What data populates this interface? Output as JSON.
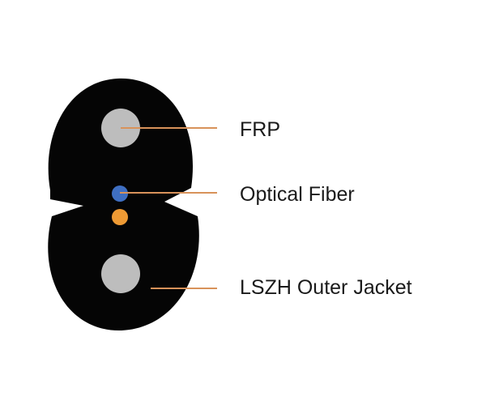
{
  "labels": {
    "frp": "FRP",
    "optical_fiber": "Optical Fiber",
    "outer_jacket": "LSZH Outer Jacket"
  },
  "colors": {
    "jacket": "#050505",
    "frp_rod": "#bdbdbd",
    "fiber_blue": "#3f6fc2",
    "fiber_orange": "#ee9a34",
    "leader_line": "#d8925a",
    "label_text": "#1a1a1a"
  }
}
